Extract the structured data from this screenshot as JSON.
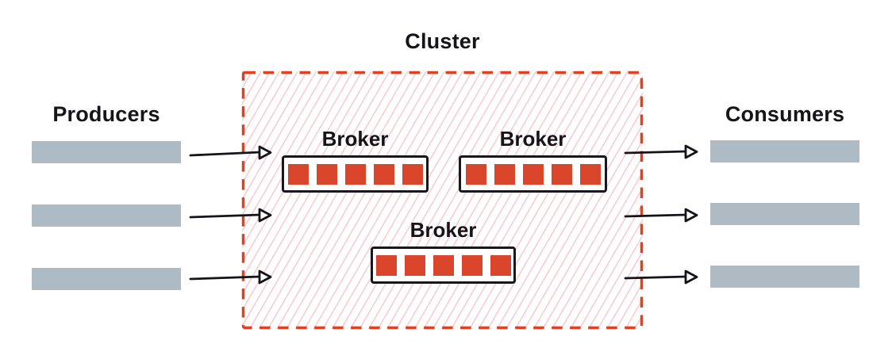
{
  "producers": {
    "label": "Producers",
    "count": 3
  },
  "consumers": {
    "label": "Consumers",
    "count": 3
  },
  "cluster": {
    "title": "Cluster",
    "brokers": [
      {
        "label": "Broker",
        "partition_count": 5
      },
      {
        "label": "Broker",
        "partition_count": 5
      },
      {
        "label": "Broker",
        "partition_count": 5
      }
    ]
  },
  "flows": {
    "producer_to_cluster_arrows": 3,
    "cluster_to_consumer_arrows": 3
  },
  "colors": {
    "accent_red": "#e3401f",
    "partition_red": "#d9462c",
    "bar_gray": "#aebac4",
    "hatch_pink": "#f8ccd4",
    "ink_black": "#151519",
    "background": "#ffffff"
  }
}
